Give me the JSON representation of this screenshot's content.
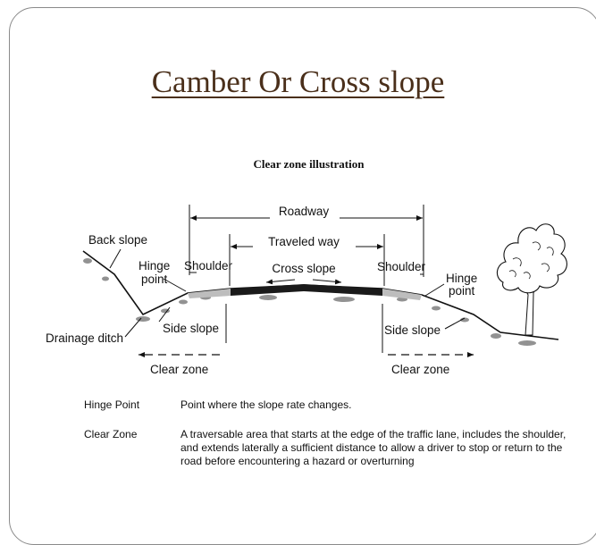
{
  "title": "Camber Or Cross slope",
  "illustration_title": "Clear zone illustration",
  "labels": {
    "roadway": "Roadway",
    "traveled_way": "Traveled way",
    "cross_slope": "Cross slope",
    "back_slope": "Back slope",
    "hinge": "Hinge",
    "point": "point",
    "shoulder": "Shoulder",
    "side_slope": "Side slope",
    "drainage_ditch": "Drainage ditch",
    "clear_zone": "Clear zone"
  },
  "definitions": [
    {
      "term": "Hinge Point",
      "text": "Point where the slope rate changes."
    },
    {
      "term": "Clear Zone",
      "text": "A traversable area that starts at the edge of the traffic lane, includes the shoulder, and extends laterally a sufficient distance to allow a driver to stop or return to the road before encountering a hazard or overturning"
    }
  ],
  "colors": {
    "title": "#4a2f1a",
    "pavement": "#1a1a1a",
    "frame": "#8a8a8a"
  }
}
